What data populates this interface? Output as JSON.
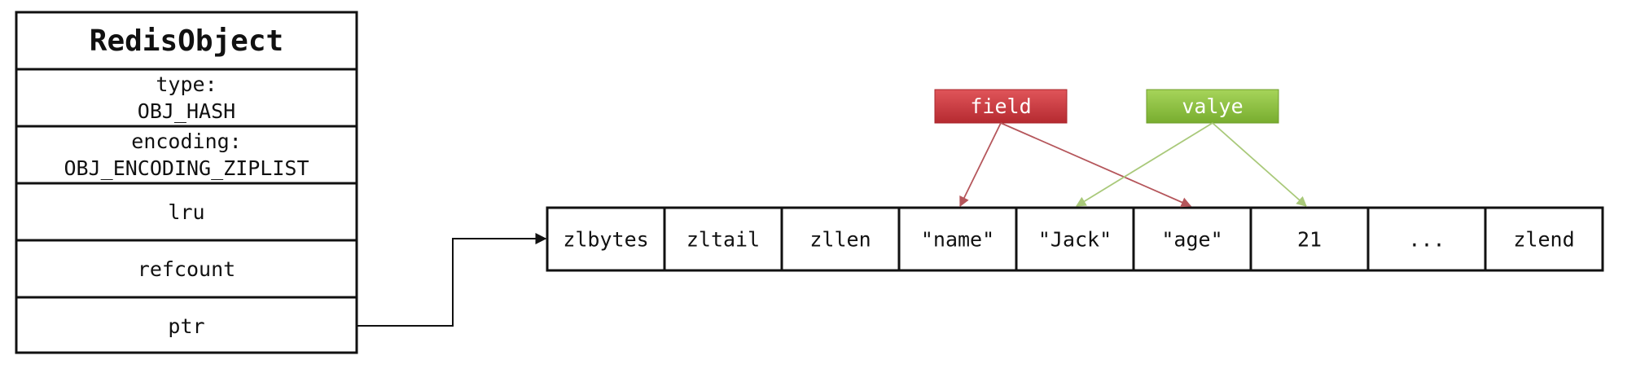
{
  "redis_object": {
    "title": "RedisObject",
    "fields": [
      {
        "line1": "type:",
        "line2": "OBJ_HASH"
      },
      {
        "line1": "encoding:",
        "line2": "OBJ_ENCODING_ZIPLIST"
      },
      {
        "line1": "lru",
        "line2": ""
      },
      {
        "line1": "refcount",
        "line2": ""
      },
      {
        "line1": "ptr",
        "line2": ""
      }
    ]
  },
  "ziplist": {
    "cells": [
      "zlbytes",
      "zltail",
      "zllen",
      "\"name\"",
      "\"Jack\"",
      "\"age\"",
      "21",
      "...",
      "zlend"
    ]
  },
  "tags": {
    "field": {
      "label": "field",
      "color": "#c8363b",
      "arrow_color": "#b5565b"
    },
    "value": {
      "label": "valye",
      "color": "#8cbf3f",
      "arrow_color": "#a9c97a"
    }
  }
}
